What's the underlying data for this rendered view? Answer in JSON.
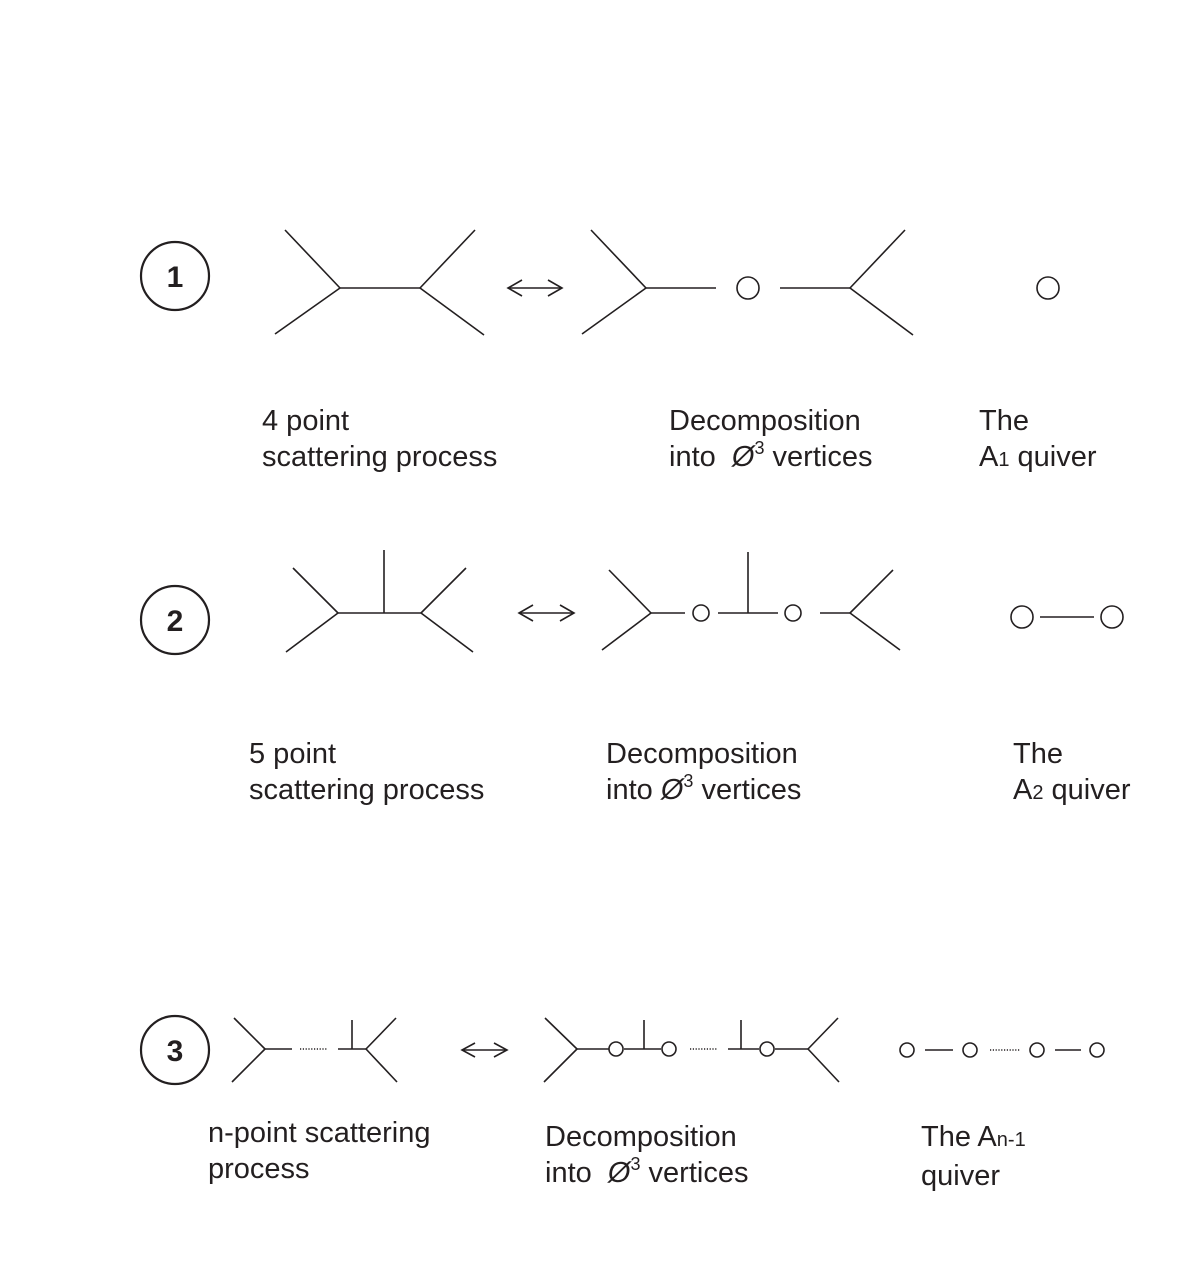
{
  "rows": [
    {
      "badge": "1",
      "process": {
        "line1": "4 point",
        "line2": "scattering process"
      },
      "decomposition": {
        "line1": "Decomposition",
        "into": "into",
        "phi": "Ø",
        "power": "3",
        "vertices": "vertices"
      },
      "quiver": {
        "line1": "The",
        "letter": "A",
        "subscript": "1",
        "word": "quiver"
      }
    },
    {
      "badge": "2",
      "process": {
        "line1": "5 point",
        "line2": "scattering process"
      },
      "decomposition": {
        "line1": "Decomposition",
        "into": "into",
        "phi": "Ø",
        "power": "3",
        "vertices": "vertices"
      },
      "quiver": {
        "line1": "The",
        "letter": "A",
        "subscript": "2",
        "word": "quiver"
      }
    },
    {
      "badge": "3",
      "process": {
        "line1": "n-point scattering",
        "line2": "process"
      },
      "decomposition": {
        "line1": "Decomposition",
        "into": "into",
        "phi": "Ø",
        "power": "3",
        "vertices": "vertices"
      },
      "quiver": {
        "prefix": "The A",
        "subscript": "n-1",
        "word": "quiver"
      }
    }
  ],
  "colors": {
    "ink": "#231f20",
    "background": "#ffffff"
  }
}
